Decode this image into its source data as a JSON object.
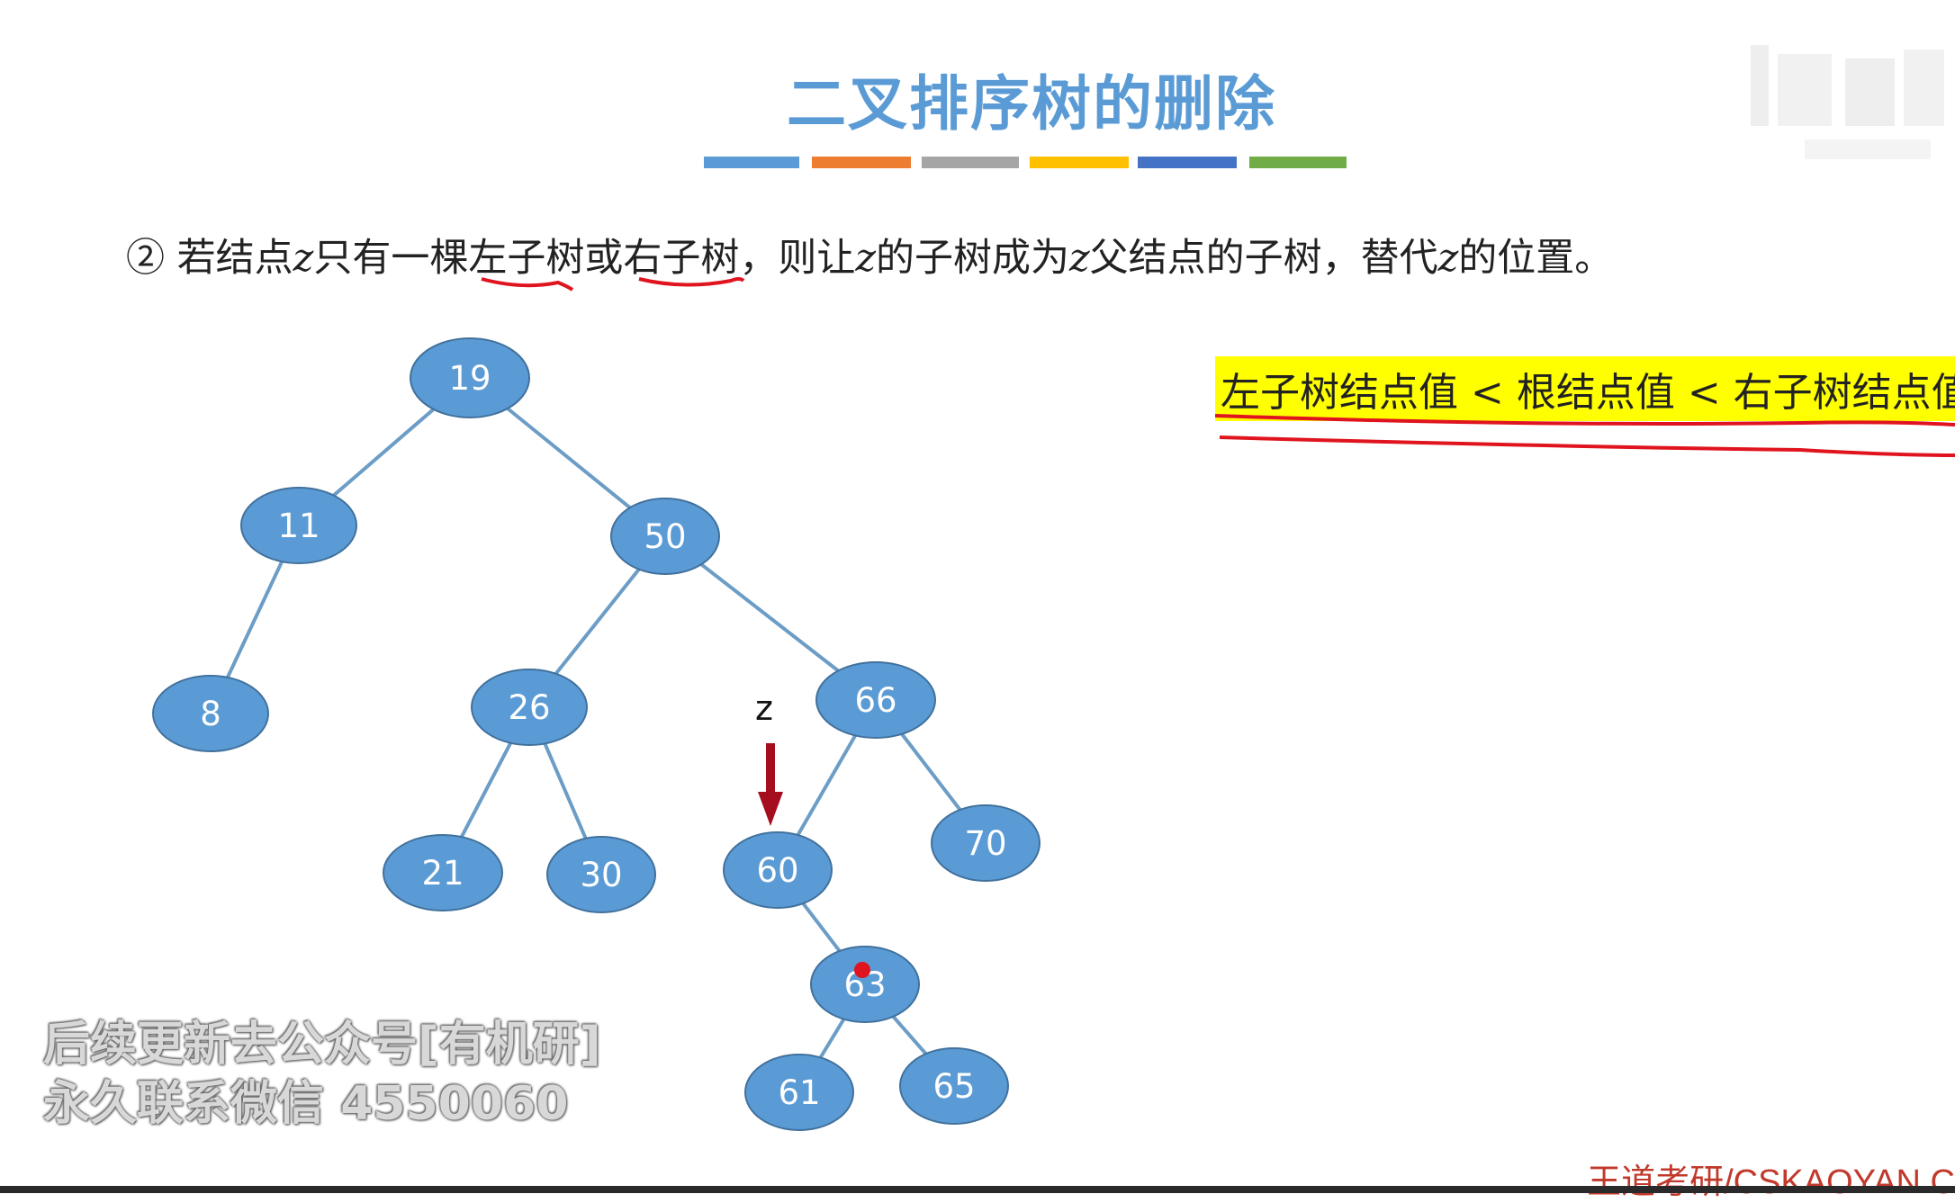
{
  "title": "二叉排序树的删除",
  "title_color": "#5b9bd5",
  "title_bar_colors": [
    "#5b9bd5",
    "#ed7d31",
    "#a5a5a5",
    "#ffc000",
    "#4472c4",
    "#70ad47"
  ],
  "rule": {
    "prefix": "② 若结点",
    "z1": "z",
    "part2": "只有一棵",
    "left_subtree": "左子树",
    "or": "或",
    "right_subtree": "右子树",
    "part3": "，则让",
    "z2": "z",
    "part4": "的子树成为",
    "z3": "z",
    "part5": "父结点的子树，替代",
    "z4": "z",
    "part6": "的位置。"
  },
  "note": {
    "text": "左子树结点值 < 根结点值 < 右子树结点值",
    "highlight_color": "#ffff00"
  },
  "tree": {
    "node_color": "#5b9bd5",
    "edge_color": "#6c9dc6",
    "nodes": [
      {
        "id": "n19",
        "label": "19"
      },
      {
        "id": "n11",
        "label": "11"
      },
      {
        "id": "n50",
        "label": "50"
      },
      {
        "id": "n8",
        "label": "8"
      },
      {
        "id": "n26",
        "label": "26"
      },
      {
        "id": "n66",
        "label": "66"
      },
      {
        "id": "n21",
        "label": "21"
      },
      {
        "id": "n30",
        "label": "30"
      },
      {
        "id": "n60",
        "label": "60"
      },
      {
        "id": "n70",
        "label": "70"
      },
      {
        "id": "n63",
        "label": "63"
      },
      {
        "id": "n61",
        "label": "61"
      },
      {
        "id": "n65",
        "label": "65"
      }
    ],
    "edges": [
      [
        "n19",
        "n11"
      ],
      [
        "n19",
        "n50"
      ],
      [
        "n11",
        "n8"
      ],
      [
        "n50",
        "n26"
      ],
      [
        "n50",
        "n66"
      ],
      [
        "n26",
        "n21"
      ],
      [
        "n26",
        "n30"
      ],
      [
        "n66",
        "n60"
      ],
      [
        "n66",
        "n70"
      ],
      [
        "n60",
        "n63"
      ],
      [
        "n63",
        "n61"
      ],
      [
        "n63",
        "n65"
      ]
    ],
    "z_label": "z",
    "arrow_color": "#a50e1f",
    "annotation_color": "#e0141e"
  },
  "watermark": {
    "line1": "后续更新去公众号[有机研]",
    "line2": "永久联系微信 4550060"
  },
  "brand": {
    "text": "王道考研/CSKAOYAN.C",
    "color": "#c0392b"
  }
}
